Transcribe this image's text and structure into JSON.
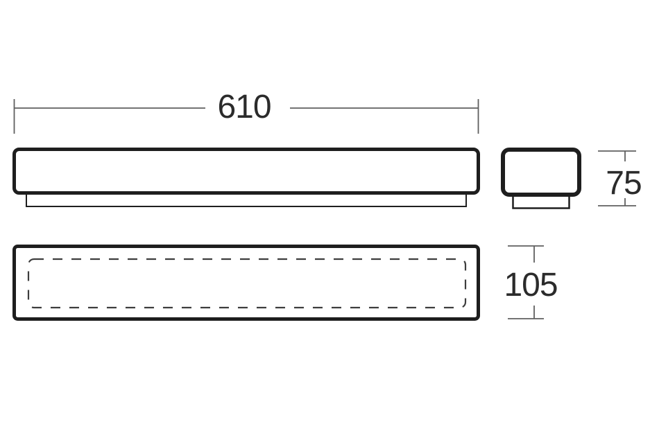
{
  "diagram": {
    "type": "technical-dimension-drawing",
    "labels": {
      "width": "610",
      "height": "75",
      "depth": "105"
    },
    "colors": {
      "outline": "#1e1e1e",
      "dimension_line": "#5f5f5f",
      "label_text": "#2b2b2b",
      "background": "#ffffff"
    }
  }
}
